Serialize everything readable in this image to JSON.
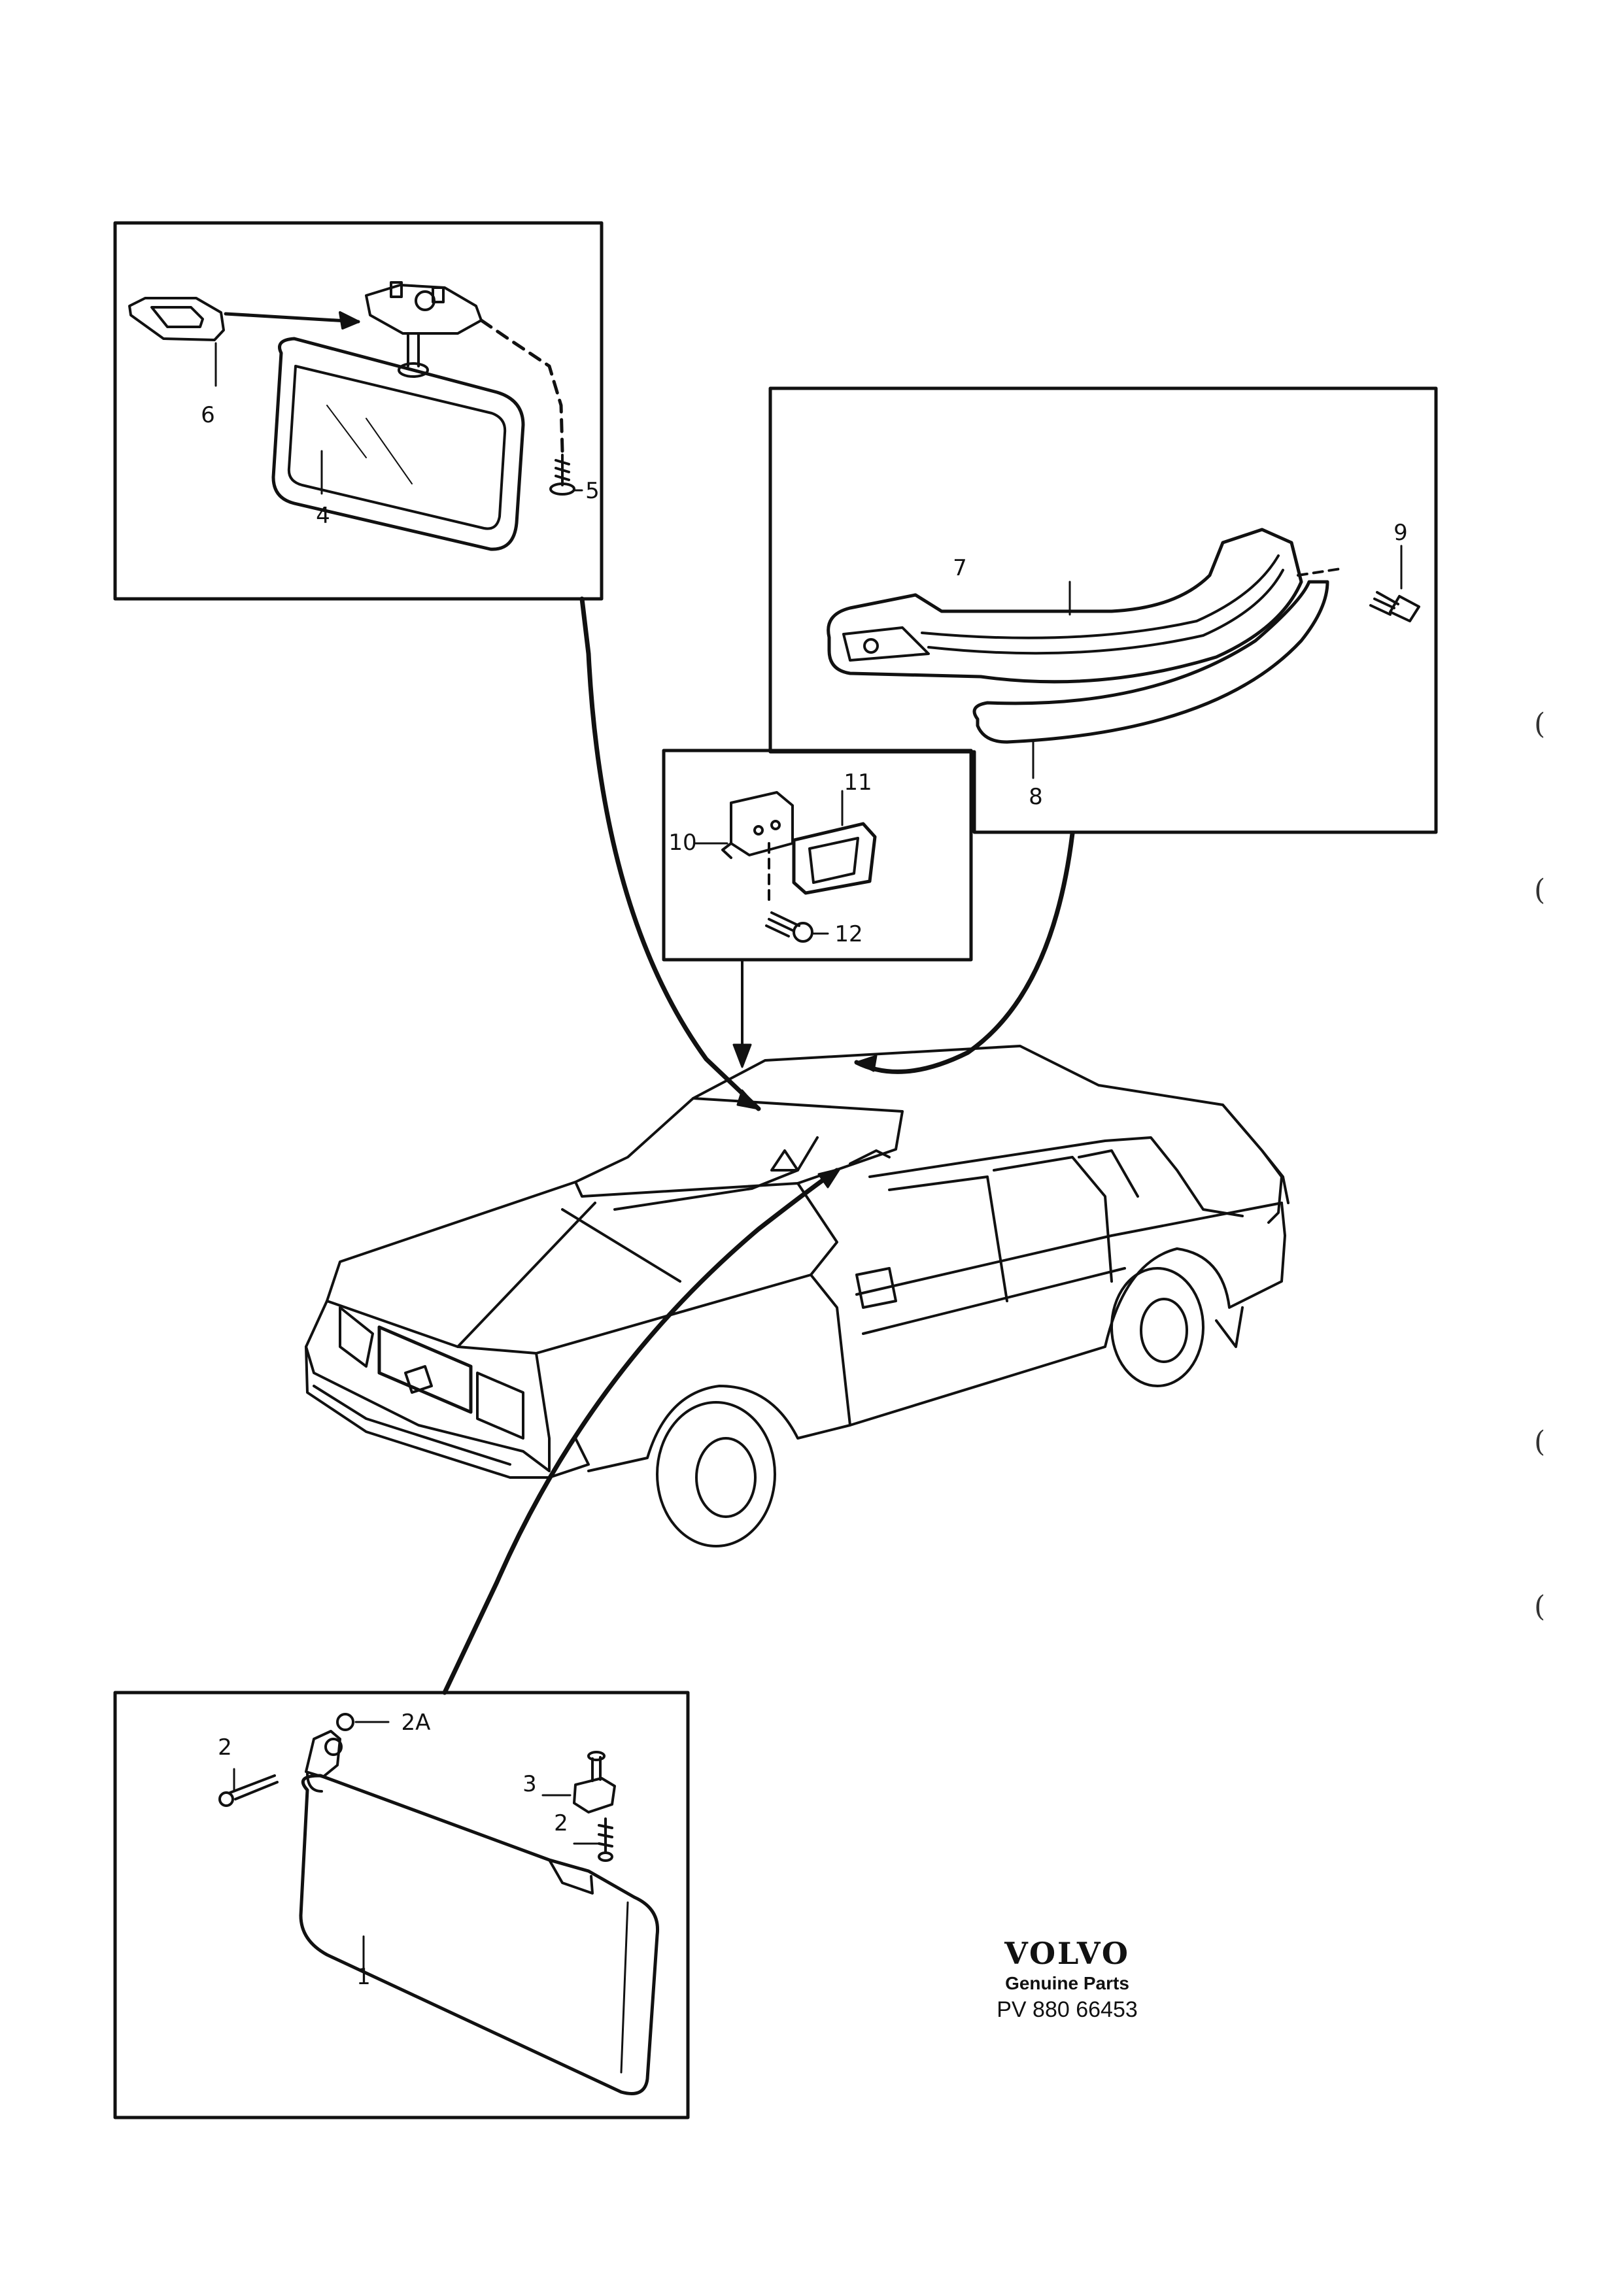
{
  "callouts": {
    "c1": "1",
    "c2a": "2",
    "c2b": "2",
    "c2A": "2A",
    "c3": "3",
    "c4": "4",
    "c5": "5",
    "c6": "6",
    "c7": "7",
    "c8": "8",
    "c9": "9",
    "c10": "10",
    "c11": "11",
    "c12": "12"
  },
  "brand": {
    "logo": "VOLVO",
    "tagline": "Genuine Parts",
    "part_number": "PV 880 66453"
  },
  "margin_marks": [
    "(",
    "(",
    "(",
    "("
  ]
}
